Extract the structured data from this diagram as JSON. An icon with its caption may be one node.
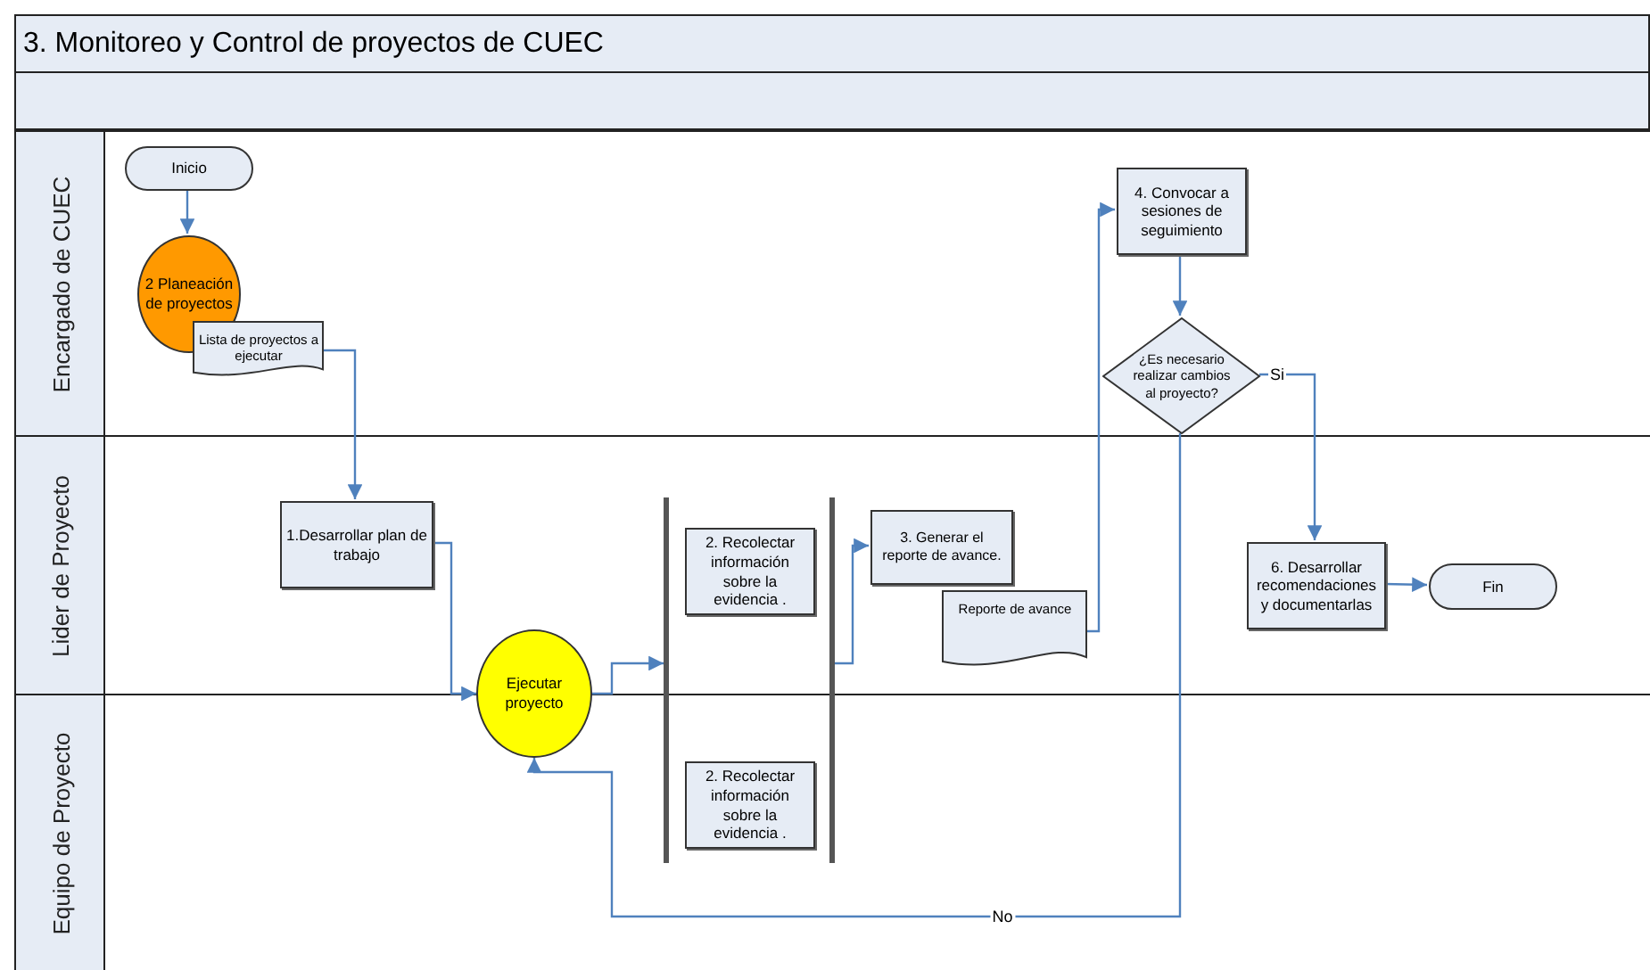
{
  "diagram": {
    "title": "3. Monitoreo y Control de proyectos de CUEC",
    "nodes": [
      {
        "text": [
          "Encargado de CUEC"
        ]
      },
      {
        "text": [
          "Inicio"
        ],
        "in": 0
      },
      {
        "text": [
          "2 Planeación de proyectos"
        ],
        "in": 0
      },
      {
        "text": [
          "Lista de proyectos a ejecutar"
        ],
        "in": 0
      },
      {
        "text": [
          "4. Convocar a sesiones de seguimiento"
        ],
        "in": 0
      },
      {
        "text": [
          "¿Es necesario realizar cambios al proyecto?"
        ],
        "in": 0
      },
      {
        "text": [
          "Lider de Proyecto"
        ]
      },
      {
        "text": [
          "1.Desarrollar plan de trabajo"
        ],
        "in": 6
      },
      {
        "text": [
          "2. Recolectar información sobre la evidencia ."
        ],
        "in": 6
      },
      {
        "text": [
          "3. Generar el reporte de avance."
        ],
        "in": 6
      },
      {
        "text": [
          "Reporte de avance"
        ],
        "in": 6
      },
      {
        "text": [
          "6. Desarrollar recomendaciones y documentarlas"
        ],
        "in": 6
      },
      {
        "text": [
          "Fin"
        ],
        "in": 6
      },
      {
        "text": [
          "Equipo de Proyecto"
        ]
      },
      {
        "text": [
          "Ejecutar proyecto"
        ]
      },
      {
        "text": [],
        "shape": "bar"
      },
      {
        "text": [],
        "shape": "bar"
      },
      {
        "text": [
          "2. Recolectar información sobre la evidencia ."
        ],
        "in": 13
      }
    ],
    "edges": [
      {
        "from": 1,
        "to": 2,
        "arrow": "to"
      },
      {
        "from": 3,
        "to": 7,
        "arrow": "to"
      },
      {
        "from": 7,
        "to": 14,
        "arrow": "to"
      },
      {
        "from": 14,
        "to": 15,
        "arrow": "to"
      },
      {
        "from": 16,
        "to": 9,
        "arrow": "to"
      },
      {
        "from": 10,
        "to": 4,
        "arrow": "to"
      },
      {
        "from": 4,
        "to": 5,
        "arrow": "to"
      },
      {
        "from": 5,
        "to": 11,
        "label": "Si",
        "arrow": "to"
      },
      {
        "from": 5,
        "to": 14,
        "label": "No",
        "arrow": "to"
      },
      {
        "from": 11,
        "to": 12,
        "arrow": "to"
      }
    ]
  }
}
